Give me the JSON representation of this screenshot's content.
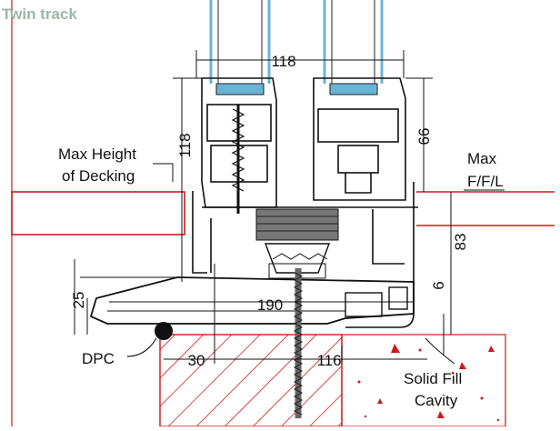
{
  "header": {
    "title": "Twin track"
  },
  "labels": {
    "max_height_line1": "Max Height",
    "max_height_line2": "of Decking",
    "max_ffl_line1": "Max",
    "max_ffl_line2": "F/F/L",
    "dpc": "DPC",
    "solid_fill_line1": "Solid Fill",
    "solid_fill_line2": "Cavity"
  },
  "dimensions": {
    "top_width": "118",
    "left_height": "118",
    "right_height": "66",
    "right_lower": "83",
    "sill_depth": "25",
    "sill_width": "190",
    "small_gap": "6",
    "dpc_offset": "30",
    "cavity_width": "116"
  },
  "colors": {
    "title": "#9bb8a6",
    "red": "#cc1a1a",
    "glass": "#69b4d6"
  }
}
